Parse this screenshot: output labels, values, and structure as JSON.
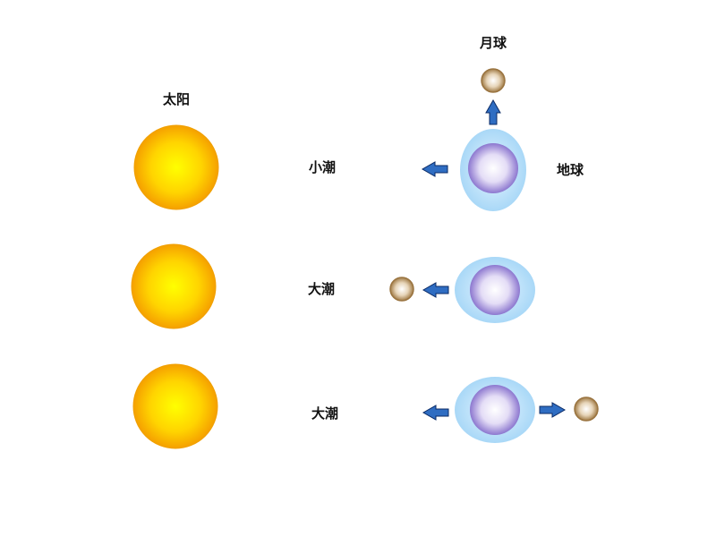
{
  "labels": {
    "sun": "太阳",
    "moon": "月球",
    "earth": "地球",
    "neap_tide": "小潮",
    "spring_tide_1": "大潮",
    "spring_tide_2": "大潮"
  },
  "colors": {
    "sun_center": "#ffff00",
    "sun_edge": "#f5a000",
    "water_bulge": "#a9d8f7",
    "earth_center": "#ffffff",
    "earth_edge": "#8c77cf",
    "moon_center": "#ffffff",
    "moon_edge": "#a07a45",
    "arrow_fill": "#2f6dc2",
    "arrow_stroke": "#0b2b66"
  },
  "icons": {
    "pull_arrow": "arrow-icon"
  }
}
